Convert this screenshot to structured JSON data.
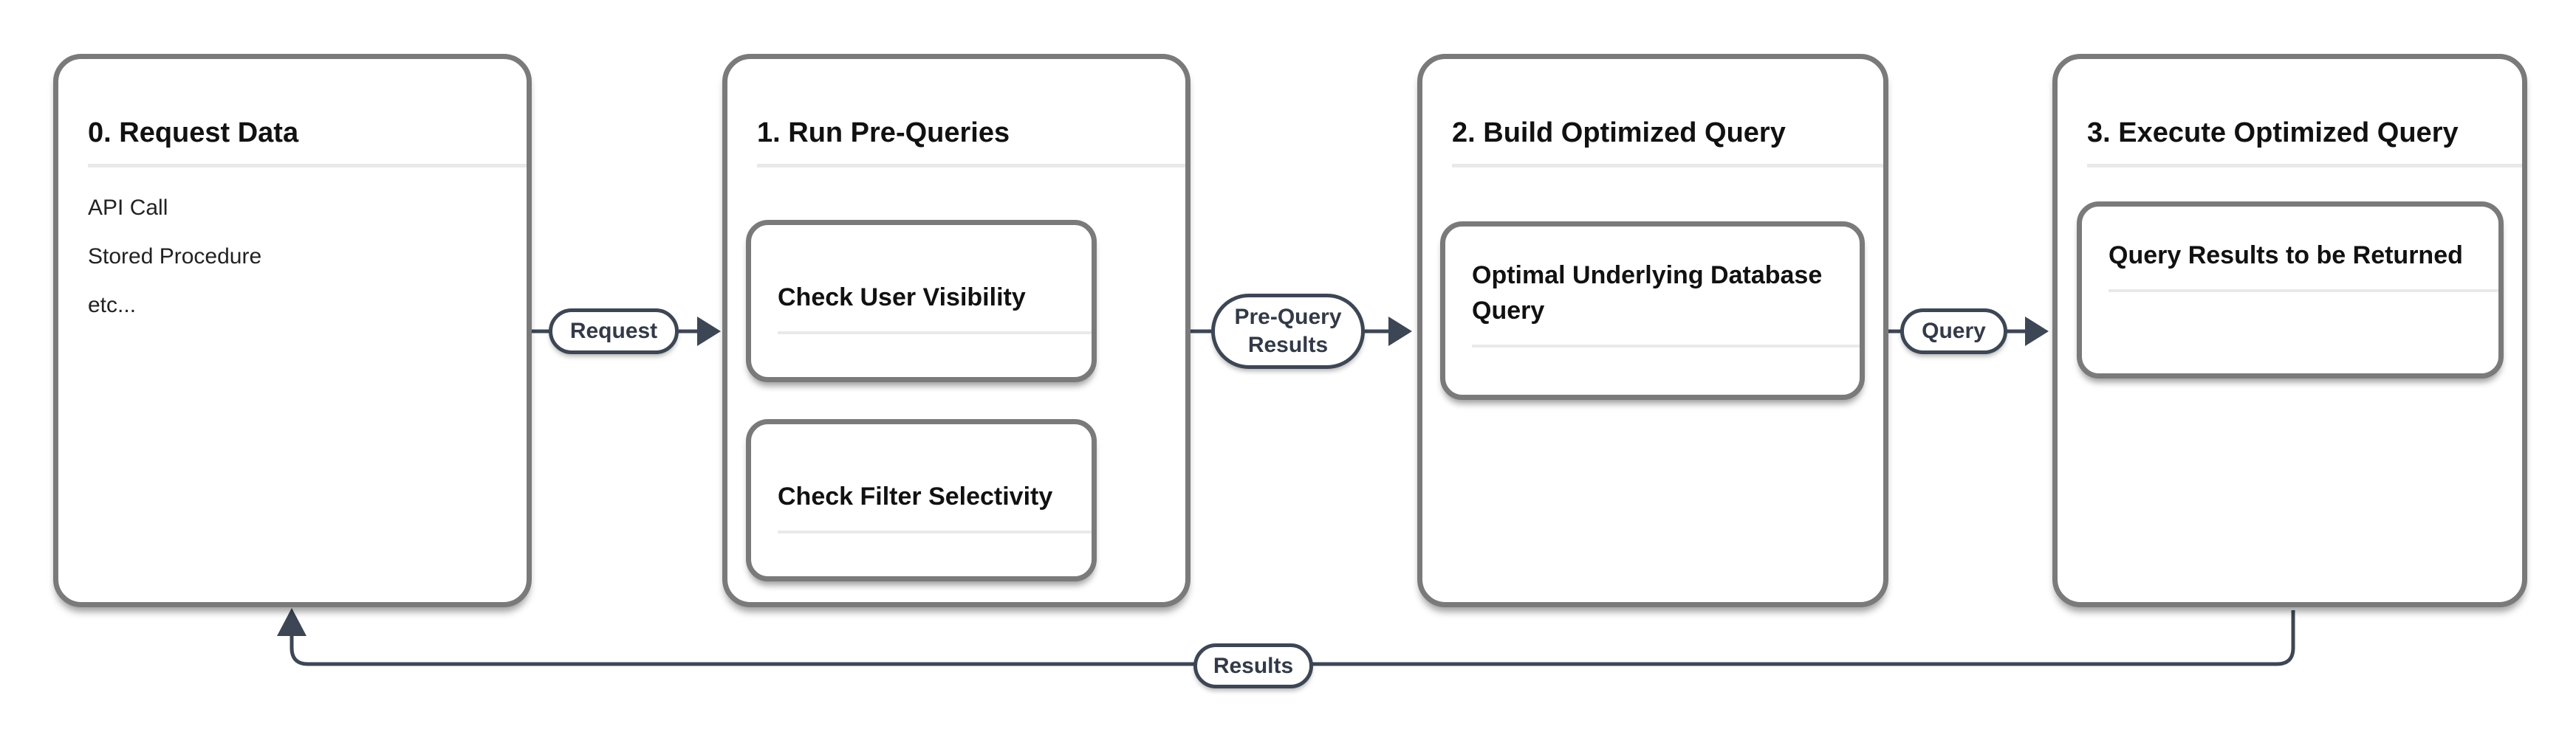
{
  "diagram": {
    "stages": [
      {
        "title": "0. Request Data",
        "items": [
          "API Call",
          "Stored Procedure",
          "etc..."
        ],
        "subcards": []
      },
      {
        "title": "1. Run Pre-Queries",
        "items": [],
        "subcards": [
          {
            "label": "Check User Visibility"
          },
          {
            "label": "Check Filter Selectivity"
          }
        ]
      },
      {
        "title": "2. Build Optimized Query",
        "items": [],
        "subcards": [
          {
            "label": "Optimal Underlying Database Query"
          }
        ]
      },
      {
        "title": "3. Execute Optimized Query",
        "items": [],
        "subcards": [
          {
            "label": "Query Results to be Returned"
          }
        ]
      }
    ],
    "connectors": [
      {
        "label": "Request"
      },
      {
        "label": "Pre-Query Results"
      },
      {
        "label": "Query"
      },
      {
        "label": "Results"
      }
    ],
    "colors": {
      "background": "#ffffff",
      "box_border": "#7a7a7a",
      "divider": "#e9e9e9",
      "title_text": "#111111",
      "body_text": "#222222",
      "connector": "#3d4654",
      "pill_text": "#333a47"
    }
  }
}
